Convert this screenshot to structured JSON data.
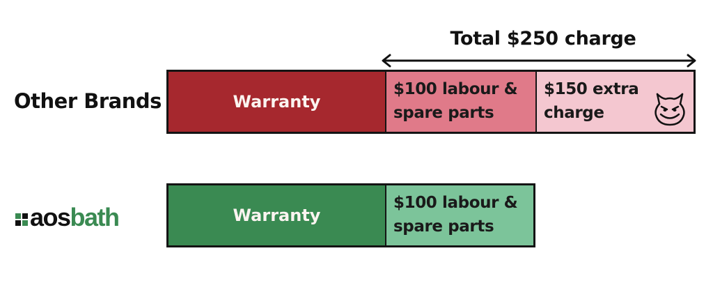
{
  "colors": {
    "other_warranty": "#a6282e",
    "other_labour": "#e07a89",
    "other_extra": "#f4c7d0",
    "aos_warranty": "#3a8a52",
    "aos_labour": "#7cc49a",
    "logo_green": "#3a8a52",
    "logo_black": "#111111",
    "border": "#141414"
  },
  "header": {
    "total_label": "Total $250 charge"
  },
  "rows": {
    "other_brands": {
      "label": "Other Brands",
      "segments": [
        {
          "label": "Warranty"
        },
        {
          "line1": "$100 labour &",
          "line2": "spare parts"
        },
        {
          "line1": "$150 extra",
          "line2": "charge",
          "icon": "smiling-devil-icon"
        }
      ]
    },
    "aosbath": {
      "logo": {
        "part1": "aos",
        "part2": "bath"
      },
      "segments": [
        {
          "label": "Warranty"
        },
        {
          "line1": "$100 labour &",
          "line2": "spare parts"
        }
      ]
    }
  },
  "chart_data": {
    "type": "bar",
    "orientation": "horizontal-stacked",
    "title": "Total $250 charge",
    "categories": [
      "Other Brands",
      "aosbath"
    ],
    "series": [
      {
        "name": "Warranty",
        "values": [
          null,
          null
        ]
      },
      {
        "name": "$100 labour & spare parts",
        "values": [
          100,
          100
        ]
      },
      {
        "name": "$150 extra charge",
        "values": [
          150,
          0
        ]
      }
    ],
    "annotations": [
      "Total $250 charge (arrow spanning labour + extra segments of Other Brands)"
    ]
  }
}
